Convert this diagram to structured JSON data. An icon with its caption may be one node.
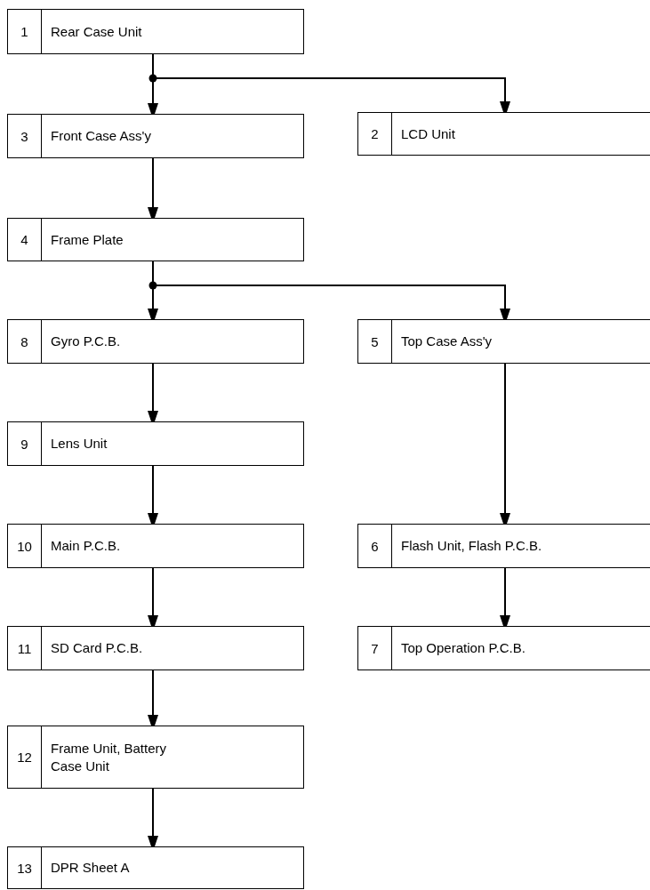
{
  "diagram": {
    "nodes": [
      {
        "text": [
          "1",
          "Rear Case Unit"
        ]
      },
      {
        "text": [
          "3",
          "Front Case Ass'y"
        ]
      },
      {
        "text": [
          "2",
          "LCD Unit"
        ]
      },
      {
        "text": [
          "4",
          "Frame Plate"
        ]
      },
      {
        "text": [
          "8",
          "Gyro P.C.B."
        ]
      },
      {
        "text": [
          "5",
          "Top Case Ass'y"
        ]
      },
      {
        "text": [
          "9",
          "Lens Unit"
        ]
      },
      {
        "text": [
          "10",
          "Main P.C.B."
        ]
      },
      {
        "text": [
          "6",
          "Flash Unit, Flash P.C.B."
        ]
      },
      {
        "text": [
          "11",
          "SD Card P.C.B."
        ]
      },
      {
        "text": [
          "7",
          "Top Operation P.C.B."
        ]
      },
      {
        "text": [
          "12",
          "Frame Unit, Battery Case Unit"
        ]
      },
      {
        "text": [
          "13",
          "DPR Sheet A"
        ]
      }
    ],
    "edges": [
      {
        "from": 0,
        "to": 1,
        "arrow": "to"
      },
      {
        "from": 0,
        "to": 2,
        "arrow": "to"
      },
      {
        "from": 1,
        "to": 3,
        "arrow": "to"
      },
      {
        "from": 3,
        "to": 4,
        "arrow": "to"
      },
      {
        "from": 3,
        "to": 5,
        "arrow": "to"
      },
      {
        "from": 4,
        "to": 6,
        "arrow": "to"
      },
      {
        "from": 6,
        "to": 7,
        "arrow": "to"
      },
      {
        "from": 7,
        "to": 9,
        "arrow": "to"
      },
      {
        "from": 9,
        "to": 11,
        "arrow": "to"
      },
      {
        "from": 11,
        "to": 12,
        "arrow": "to"
      },
      {
        "from": 5,
        "to": 8,
        "arrow": "to"
      },
      {
        "from": 8,
        "to": 10,
        "arrow": "to"
      }
    ]
  }
}
